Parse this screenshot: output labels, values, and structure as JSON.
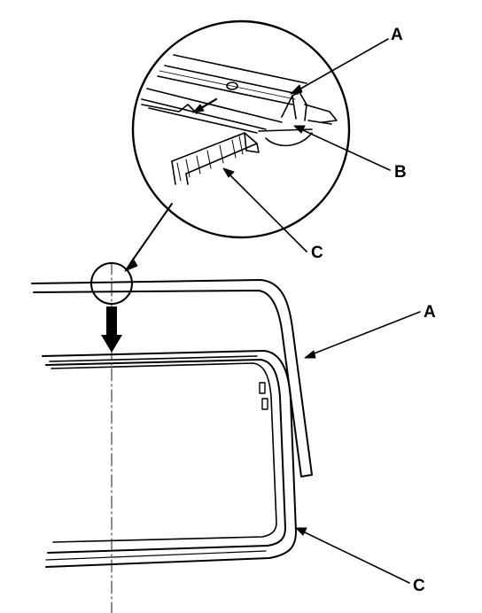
{
  "callouts": {
    "detail_a": "A",
    "detail_b": "B",
    "detail_c": "C",
    "main_a": "A",
    "main_c": "C"
  },
  "colors": {
    "ink": "#000000",
    "paper": "#ffffff"
  }
}
